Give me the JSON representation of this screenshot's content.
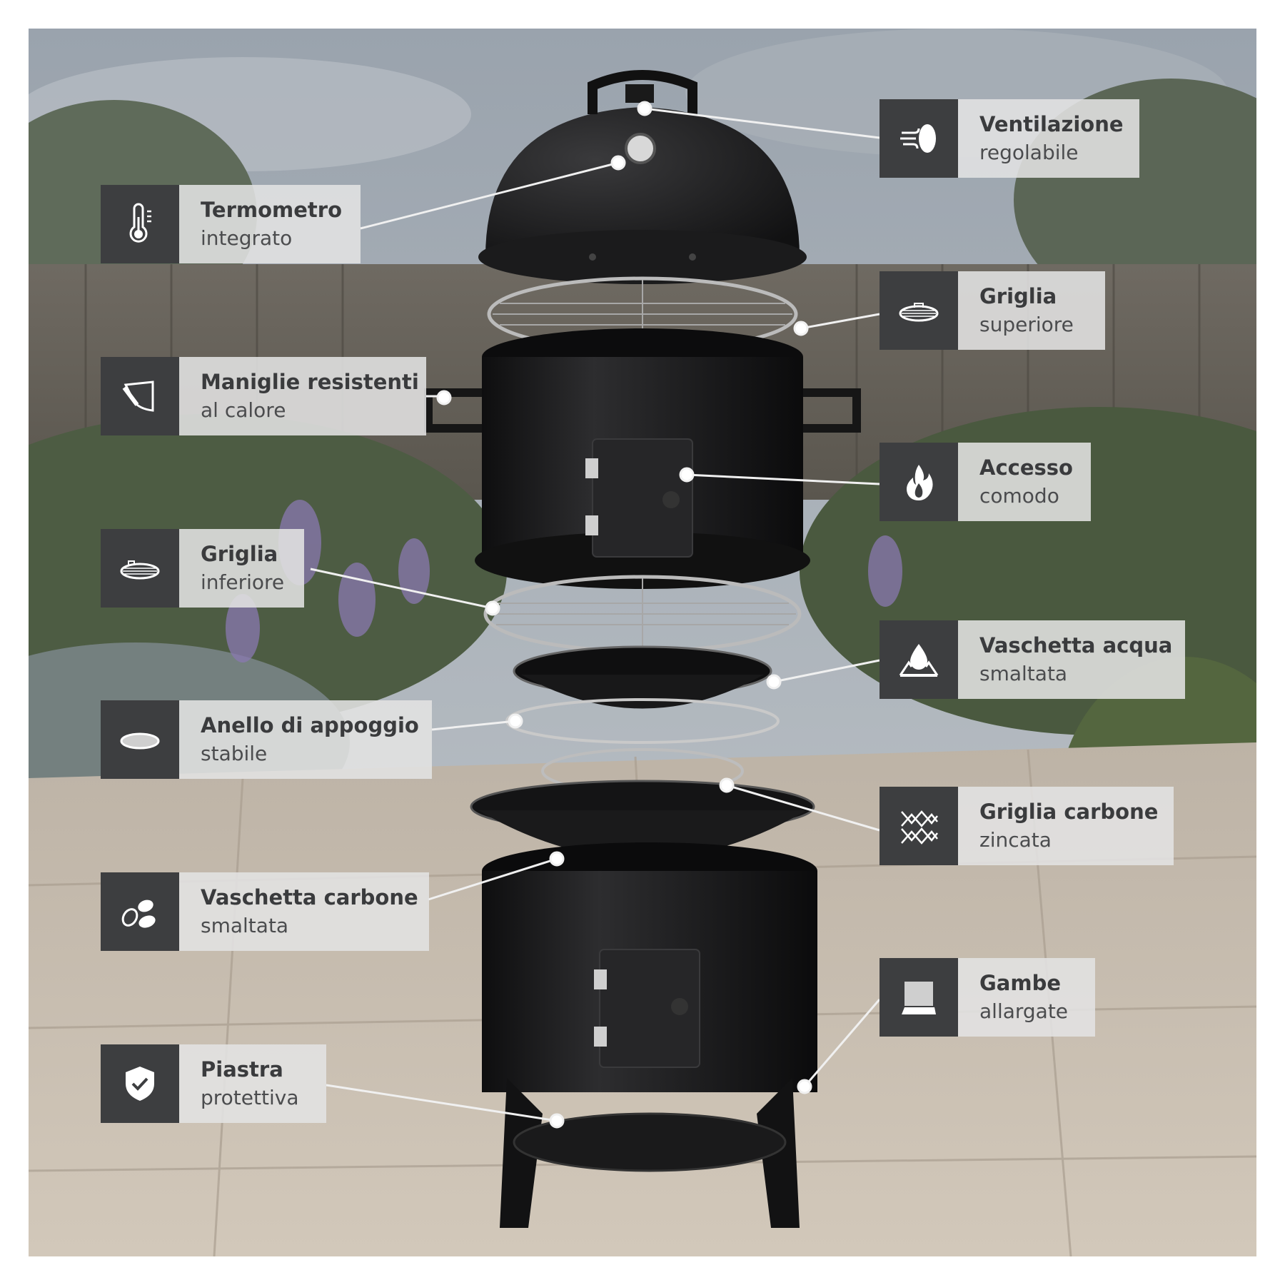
{
  "theme": {
    "icon_bg": "#3d3e40",
    "label_bg": "#e2e2e2",
    "text": "#3a3b3d",
    "leader": "#f2f2f2"
  },
  "callouts": [
    {
      "id": "termometro",
      "title": "Termometro",
      "subtitle": "integrato",
      "icon": "thermometer-icon"
    },
    {
      "id": "maniglie",
      "title": "Maniglie resistenti",
      "subtitle": "al calore",
      "icon": "handle-icon"
    },
    {
      "id": "griglia-inferiore",
      "title": "Griglia",
      "subtitle": "inferiore",
      "icon": "grill-grate-icon"
    },
    {
      "id": "anello",
      "title": "Anello di appoggio",
      "subtitle": "stabile",
      "icon": "ring-icon"
    },
    {
      "id": "vaschetta-carbone",
      "title": "Vaschetta carbone",
      "subtitle": "smaltata",
      "icon": "charcoal-icon"
    },
    {
      "id": "piastra",
      "title": "Piastra",
      "subtitle": "protettiva",
      "icon": "shield-check-icon"
    },
    {
      "id": "ventilazione",
      "title": "Ventilazione",
      "subtitle": "regolabile",
      "icon": "airflow-icon"
    },
    {
      "id": "griglia-superiore",
      "title": "Griglia",
      "subtitle": "superiore",
      "icon": "grill-grate-icon"
    },
    {
      "id": "accesso",
      "title": "Accesso",
      "subtitle": "comodo",
      "icon": "flame-icon"
    },
    {
      "id": "vaschetta-acqua",
      "title": "Vaschetta acqua",
      "subtitle": "smaltata",
      "icon": "water-drop-icon"
    },
    {
      "id": "griglia-carbone",
      "title": "Griglia carbone",
      "subtitle": "zincata",
      "icon": "mesh-icon"
    },
    {
      "id": "gambe",
      "title": "Gambe",
      "subtitle": "allargate",
      "icon": "leg-icon"
    }
  ]
}
